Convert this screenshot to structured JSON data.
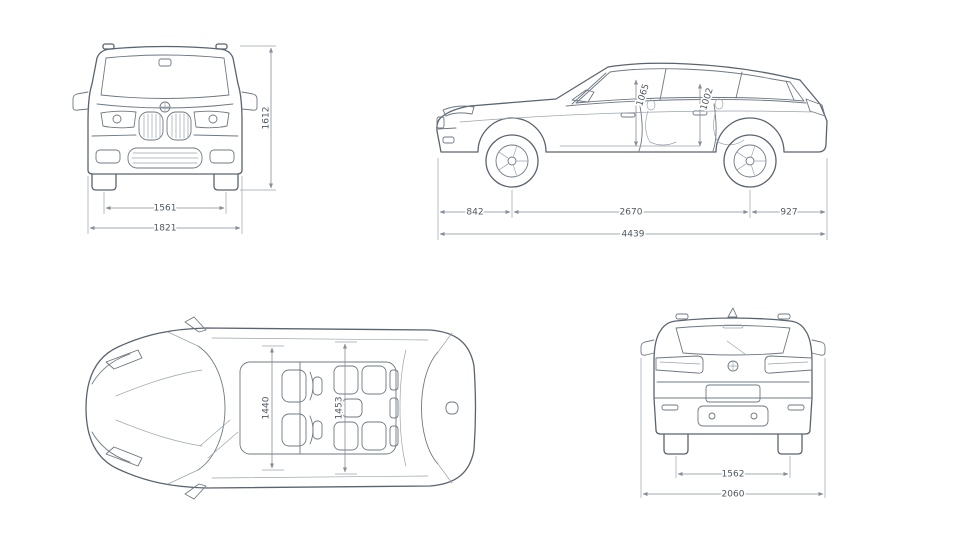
{
  "diagram": {
    "subject": "suv-dimensions-blueprint",
    "colors": {
      "line_main": "#5a6470",
      "line_detail": "#6e7883",
      "line_light": "#9aa4ae",
      "line_dim": "#858e99",
      "text": "#4f5761",
      "background": "#ffffff"
    },
    "views": {
      "front": {
        "label": "front-view",
        "dims": {
          "height": "1612",
          "track": "1561",
          "width": "1821"
        }
      },
      "side": {
        "label": "side-view",
        "dims": {
          "headroom_front": "1065",
          "headroom_rear": "1002",
          "front_overhang": "842",
          "wheelbase": "2670",
          "rear_overhang": "927",
          "length": "4439"
        }
      },
      "top": {
        "label": "top-view",
        "dims": {
          "interior_width_front": "1440",
          "interior_width_rear": "1453"
        }
      },
      "rear": {
        "label": "rear-view",
        "dims": {
          "track": "1562",
          "width_incl_mirrors": "2060"
        }
      }
    }
  }
}
